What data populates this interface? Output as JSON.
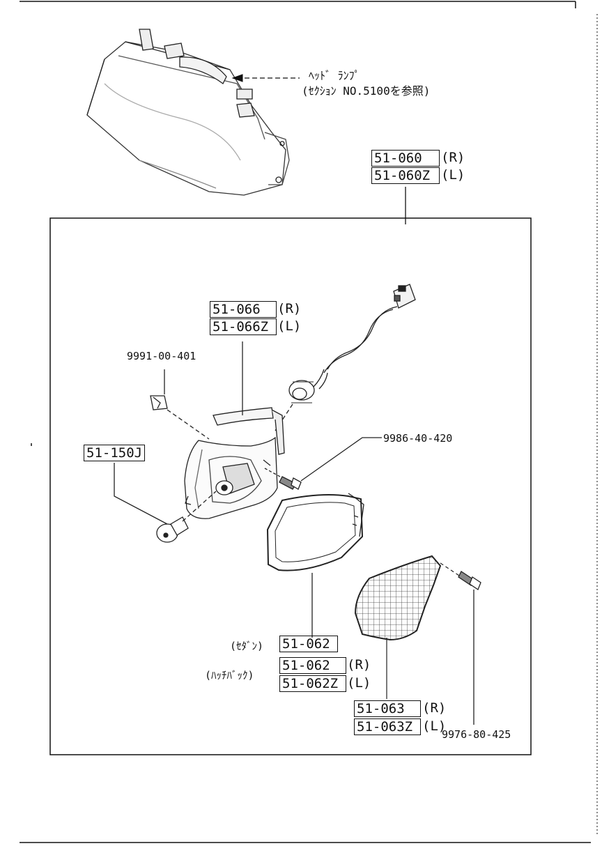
{
  "headlamp_ref": {
    "line1": "ﾍｯﾄﾞ ﾗﾝﾌﾟ",
    "line2": "(ｾｸｼｮﾝ NO.5100を参照)"
  },
  "callouts": {
    "assembly": {
      "r": "51-060",
      "l": "51-060Z",
      "r_tag": "(R)",
      "l_tag": "(L)"
    },
    "housing": {
      "r": "51-066",
      "l": "51-066Z",
      "r_tag": "(R)",
      "l_tag": "(L)"
    },
    "bulb": {
      "code": "51-150J"
    },
    "clip": {
      "code": "9991-00-401"
    },
    "housing_screw": {
      "code": "9986-40-420"
    },
    "gasket": {
      "sedan_label": "(ｾﾀﾞﾝ)",
      "sedan_code": "51-062",
      "hatch_label": "(ﾊｯﾁﾊﾞｯｸ)",
      "hatch_r": "51-062",
      "hatch_l": "51-062Z",
      "r_tag": "(R)",
      "l_tag": "(L)"
    },
    "lens": {
      "r": "51-063",
      "l": "51-063Z",
      "r_tag": "(R)",
      "l_tag": "(L)"
    },
    "lens_screw": {
      "code": "9976-80-425"
    }
  }
}
